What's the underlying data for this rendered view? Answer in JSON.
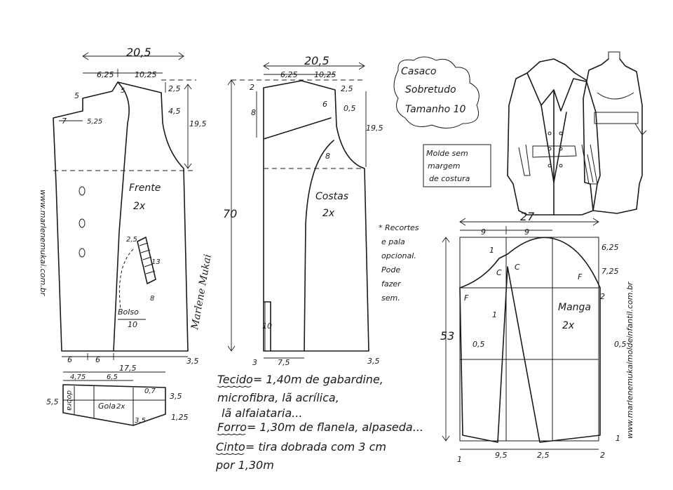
{
  "title": {
    "line1": "Casaco",
    "line2": "Sobretudo",
    "line3": "Tamanho 10"
  },
  "boxed_note": {
    "line1": "Molde sem",
    "line2": "margem",
    "line3": "de costura"
  },
  "watermark_left": "www.marlenemukai.com.br",
  "watermark_right": "www.marlenemukaimoldeinfantil.com.br",
  "front": {
    "label": "Frente",
    "count": "2x",
    "top_width": "20,5",
    "shoulder_left": "6,25",
    "shoulder_right": "10,25",
    "neck_drop": "5",
    "neck_small": "5",
    "shoulder_drop": "2,5",
    "armhole_curve": "4,5",
    "armhole_height": "19,5",
    "side_left": "7",
    "neck_width": "5,25",
    "bottom_left": "6",
    "bottom_mid": "6",
    "bottom_right": "3,5",
    "pocket_label": "Bolso",
    "pocket_width": "10",
    "pocket_top": "2,5",
    "pocket_height": "13",
    "pocket_bottom": "8"
  },
  "back": {
    "label": "Costas",
    "count": "2x",
    "top_width": "20,5",
    "shoulder_left": "6,25",
    "shoulder_right": "10,25",
    "neck_drop": "2",
    "shoulder_drop": "2,5",
    "yoke_left": "8",
    "yoke_right": "6",
    "dart": "0,5",
    "armhole_height": "19,5",
    "armhole_small": "8",
    "total_length": "70",
    "vent_height": "10",
    "vent_bottom": "3",
    "bottom_width": "7,5",
    "bottom_right": "3,5"
  },
  "note": {
    "line1": "* Recortes",
    "line2": "e pala",
    "line3": "opcional.",
    "line4": "Pode",
    "line5": "fazer",
    "line6": "sem."
  },
  "collar": {
    "label": "Gola",
    "count": "2x",
    "fold_label": "dobra",
    "width": "17,5",
    "left_seg": "4,75",
    "mid_seg": "6,5",
    "left_height": "5,5",
    "notch_small": "0,7",
    "right_top": "3,5",
    "right_bottom": "1,25",
    "inner": "3,5"
  },
  "sleeve": {
    "label": "Manga",
    "count": "2x",
    "top_width": "27",
    "left_half": "9",
    "right_half": "9",
    "cap_height": "6,25",
    "cap_side": "7,25",
    "length": "53",
    "point_1_top": "1",
    "point_c_left": "C",
    "point_c_right": "C",
    "point_f_left": "F",
    "point_f_right": "F",
    "side_right": "2",
    "mid_1": "1",
    "left_slant": "0,5",
    "right_slant": "0,5",
    "bottom_left": "1",
    "bottom_mid_left": "9,5",
    "bottom_mid_right": "2,5",
    "bottom_right": "2",
    "bottom_right_edge": "1"
  },
  "fabric": {
    "tecido_label": "Tecido",
    "tecido_text": "= 1,40m de gabardine,",
    "tecido_line2": "microfibra, lã acrílica,",
    "tecido_line3": "lã alfaiataria...",
    "forro_label": "Forro",
    "forro_text": "= 1,30m de flanela, alpaseda...",
    "cinto_label": "Cinto",
    "cinto_text": "= tira dobrada com 3 cm",
    "cinto_line2": "por 1,30m"
  },
  "signature": "Marlene Mukai"
}
